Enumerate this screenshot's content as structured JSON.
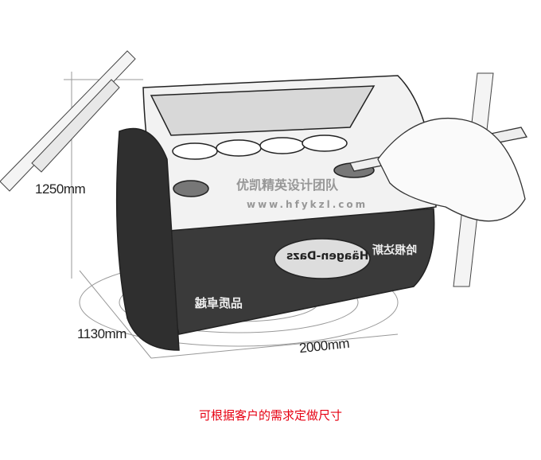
{
  "dimensions": {
    "height": "1250mm",
    "depth": "1130mm",
    "width": "2000mm"
  },
  "caption": "可根据客户的需求定做尺寸",
  "watermark": {
    "name": "优凯精英设计团队",
    "url": "www.hfykzl.com"
  },
  "cabinet_text": {
    "brand": "Häagen-Dazs",
    "slogan": "品质卓越",
    "brand_cn": "哈根达斯"
  },
  "colors": {
    "caption": "#e60012",
    "sketch": "#333333"
  }
}
